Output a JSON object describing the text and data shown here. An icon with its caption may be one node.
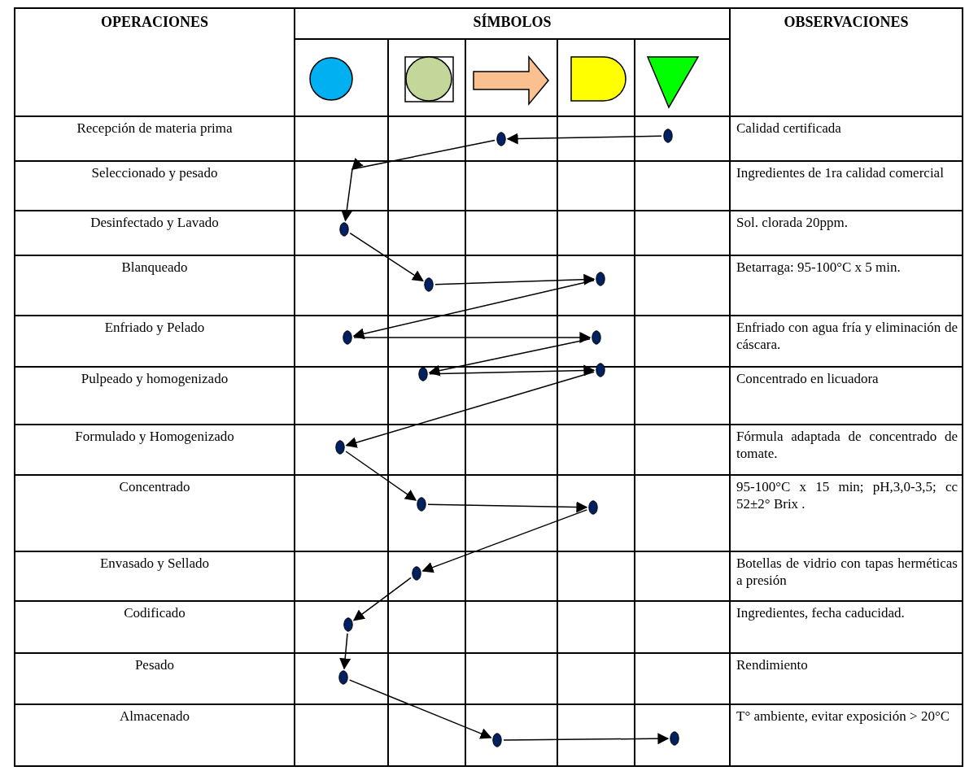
{
  "diagram": {
    "nodes": [
      {
        "text": [],
        "shape": "circle"
      },
      {
        "text": [],
        "shape": "circle"
      },
      {
        "text": [],
        "shape": "circle"
      },
      {
        "text": [],
        "shape": "circle"
      },
      {
        "text": [],
        "shape": "circle"
      },
      {
        "text": [],
        "shape": "circle"
      },
      {
        "text": [],
        "shape": "circle"
      },
      {
        "text": [],
        "shape": "circle"
      },
      {
        "text": [],
        "shape": "circle"
      },
      {
        "text": [],
        "shape": "circle"
      },
      {
        "text": [],
        "shape": "circle"
      },
      {
        "text": [],
        "shape": "circle"
      },
      {
        "text": [],
        "shape": "circle"
      },
      {
        "text": [],
        "shape": "circle"
      },
      {
        "text": [],
        "shape": "circle"
      },
      {
        "text": [],
        "shape": "circle"
      },
      {
        "text": [],
        "shape": "circle"
      }
    ],
    "edges": [
      {
        "from": 1,
        "to": 0,
        "arrow": "to"
      },
      {
        "from": 0,
        "to": 2,
        "arrow": "to"
      },
      {
        "from": 2,
        "to": 3,
        "arrow": "to"
      },
      {
        "from": 3,
        "to": 4,
        "arrow": "to"
      },
      {
        "from": 4,
        "to": 5,
        "arrow": "to"
      },
      {
        "from": 5,
        "to": 6,
        "arrow": "to"
      },
      {
        "from": 6,
        "to": 7,
        "arrow": "to"
      },
      {
        "from": 7,
        "to": 8,
        "arrow": "to"
      },
      {
        "from": 8,
        "to": 9,
        "arrow": "to"
      },
      {
        "from": 9,
        "to": 10,
        "arrow": "to"
      },
      {
        "from": 10,
        "to": 11,
        "arrow": "to"
      },
      {
        "from": 11,
        "to": 12,
        "arrow": "to"
      },
      {
        "from": 12,
        "to": 13,
        "arrow": "to"
      },
      {
        "from": 13,
        "to": 14,
        "arrow": "to"
      },
      {
        "from": 14,
        "to": 15,
        "arrow": "to"
      },
      {
        "from": 15,
        "to": 16,
        "arrow": "to"
      }
    ],
    "labels": [
      "OPERACIONES",
      "SÍMBOLOS",
      "OBSERVACIONES",
      "Recepción de materia prima",
      "Calidad certificada",
      "Seleccionado y pesado",
      "Ingredientes de 1ra calidad comercial",
      "Desinfectado y Lavado",
      "Sol. clorada 20ppm.",
      "Blanqueado",
      "Betarraga: 95-100°C x 5 min.",
      "Enfriado y Pelado",
      "Enfriado con agua fría y eliminación de cáscara.",
      "Pulpeado y homogenizado",
      "Concentrado en licuadora",
      "Formulado y Homogenizado",
      "Fórmula adaptada de concentrado de tomate.",
      "Concentrado",
      "95-100°C x 15 min; pH,3,0-3,5; cc 52±2° Brix .",
      "Envasado y Sellado",
      "Botellas de vidrio con tapas herméticas a presión",
      "Codificado",
      "Ingredientes, fecha caducidad.",
      "Pesado",
      "Rendimiento",
      "Almacenado",
      "T° ambiente, evitar exposición > 20°C"
    ]
  }
}
